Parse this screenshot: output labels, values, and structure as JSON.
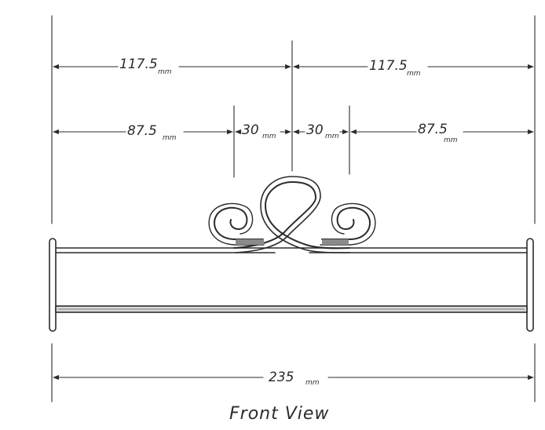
{
  "dimensions": {
    "top_left": {
      "value": "117.5",
      "unit": "mm"
    },
    "top_right": {
      "value": "117.5",
      "unit": "mm"
    },
    "mid_left": {
      "value": "87.5",
      "unit": "mm"
    },
    "mid_center_left": {
      "value": "30",
      "unit": "mm"
    },
    "mid_center_right": {
      "value": "30",
      "unit": "mm"
    },
    "mid_right": {
      "value": "87.5",
      "unit": "mm"
    },
    "overall": {
      "value": "235",
      "unit": "mm"
    }
  },
  "view_label": "Front View"
}
